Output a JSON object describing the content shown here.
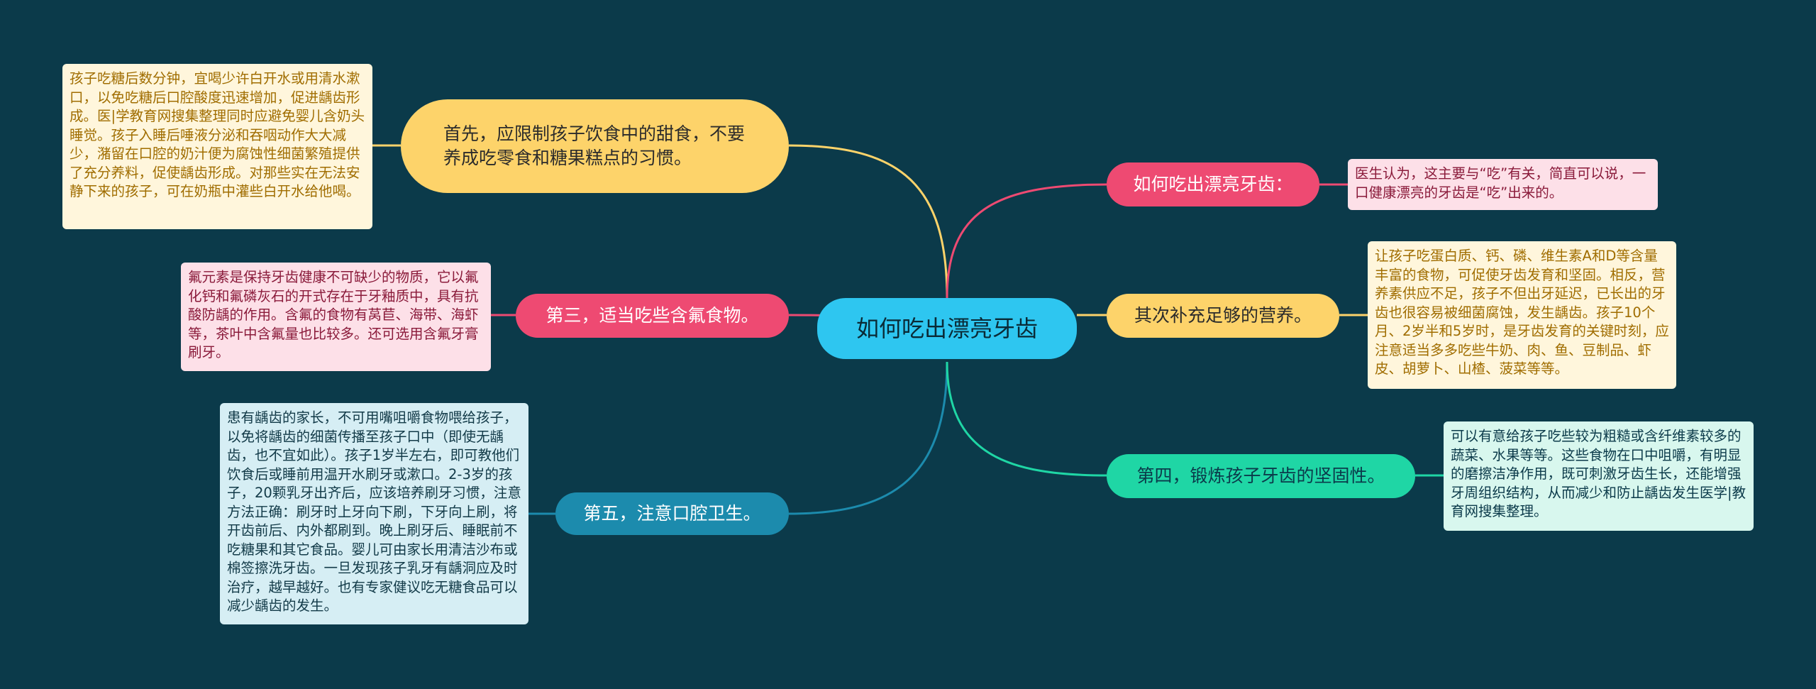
{
  "colors": {
    "background": "#0b3a4a",
    "yellow": "#fdd36a",
    "pink": "#ee4a72",
    "teal": "#1fd6a5",
    "blue": "#1c8bad",
    "center": "#2ec6f0"
  },
  "center": {
    "label": "如何吃出漂亮牙齿"
  },
  "branches": [
    {
      "id": "b1",
      "label": "首先，应限制孩子饮食中的甜食，不要养成吃零食和糖果糕点的习惯。",
      "note": "孩子吃糖后数分钟，宜喝少许白开水或用清水漱口，以免吃糖后口腔酸度迅速增加，促进龋齿形成。医|学教育网搜集整理同时应避免婴儿含奶头睡觉。孩子入睡后唾液分泌和吞咽动作大大减少，潴留在口腔的奶汁便为腐蚀性细菌繁殖提供了充分养料，促使龋齿形成。对那些实在无法安静下来的孩子，可在奶瓶中灌些白开水给他喝。"
    },
    {
      "id": "b2",
      "label": "第三，适当吃些含氟食物。",
      "note": "氟元素是保持牙齿健康不可缺少的物质，它以氟化钙和氟磷灰石的开式存在于牙釉质中，具有抗酸防龋的作用。含氟的食物有莴苣、海带、海虾等，茶叶中含氟量也比较多。还可选用含氟牙膏刷牙。"
    },
    {
      "id": "b3",
      "label": "第五，注意口腔卫生。",
      "note": "患有龋齿的家长，不可用嘴咀嚼食物喂给孩子，以免将龋齿的细菌传播至孩子口中（即使无龋齿，也不宜如此）。孩子1岁半左右，即可教他们饮食后或睡前用温开水刷牙或漱口。2-3岁的孩子，20颗乳牙出齐后，应该培养刷牙习惯，注意方法正确：刷牙时上牙向下刷，下牙向上刷，将开齿前后、内外都刷到。晚上刷牙后、睡眠前不吃糖果和其它食品。婴儿可由家长用清洁沙布或棉签擦洗牙齿。一旦发现孩子乳牙有龋洞应及时治疗，越早越好。也有专家健议吃无糖食品可以减少龋齿的发生。"
    },
    {
      "id": "b4",
      "label": "如何吃出漂亮牙齿：",
      "note": "医生认为，这主要与“吃”有关，简直可以说，一口健康漂亮的牙齿是“吃”出来的。"
    },
    {
      "id": "b5",
      "label": "其次补充足够的营养。",
      "note": "让孩子吃蛋白质、钙、磷、维生素A和D等含量丰富的食物，可促使牙齿发育和坚固。相反，营养素供应不足，孩子不但出牙延迟，已长出的牙齿也很容易被细菌腐蚀，发生龋齿。孩子10个月、2岁半和5岁时，是牙齿发育的关键时刻，应注意适当多多吃些牛奶、肉、鱼、豆制品、虾皮、胡萝卜、山楂、菠菜等等。"
    },
    {
      "id": "b6",
      "label": "第四，锻炼孩子牙齿的坚固性。",
      "note": "可以有意给孩子吃些较为粗糙或含纤维素较多的蔬菜、水果等等。这些食物在口中咀嚼，有明显的磨擦洁净作用，既可刺激牙齿生长，还能增强牙周组织结构，从而减少和防止龋齿发生医学|教育网搜集整理。"
    }
  ]
}
